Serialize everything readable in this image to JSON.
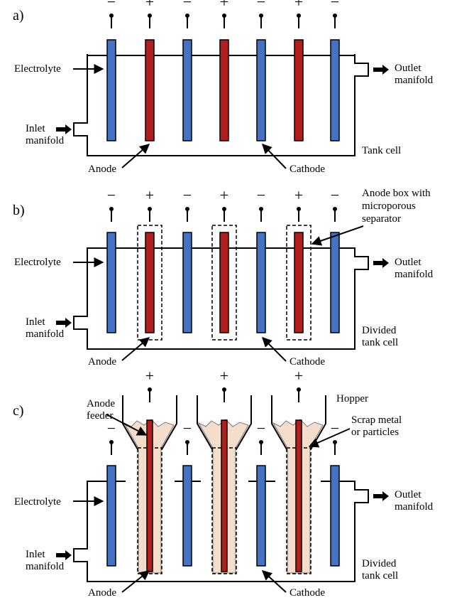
{
  "panels": [
    {
      "letter": "a)",
      "electrolyte": "Electrolyte",
      "outlet": [
        "Outlet",
        "manifold"
      ],
      "inlet": [
        "Inlet",
        "manifold"
      ],
      "cell": [
        "Tank cell"
      ],
      "anode": "Anode",
      "cathode": "Cathode"
    },
    {
      "letter": "b)",
      "electrolyte": "Electrolyte",
      "outlet": [
        "Outlet",
        "manifold"
      ],
      "inlet": [
        "Inlet",
        "manifold"
      ],
      "cell": [
        "Divided",
        "tank cell"
      ],
      "anode": "Anode",
      "cathode": "Cathode",
      "anode_box": [
        "Anode box with",
        "microporous",
        "separator"
      ]
    },
    {
      "letter": "c)",
      "electrolyte": "Electrolyte",
      "outlet": [
        "Outlet",
        "manifold"
      ],
      "inlet": [
        "Inlet",
        "manifold"
      ],
      "cell": [
        "Divided",
        "tank cell"
      ],
      "anode": "Anode",
      "cathode": "Cathode",
      "feeder": [
        "Anode",
        "feeder"
      ],
      "hopper": "Hopper",
      "scrap": [
        "Scrap metal",
        "or particles"
      ]
    }
  ],
  "signs": {
    "minus": "−",
    "plus": "+"
  },
  "colors": {
    "cathode": "#4472C4",
    "anode": "#B01E1E",
    "particles": "#F5DDCB"
  }
}
